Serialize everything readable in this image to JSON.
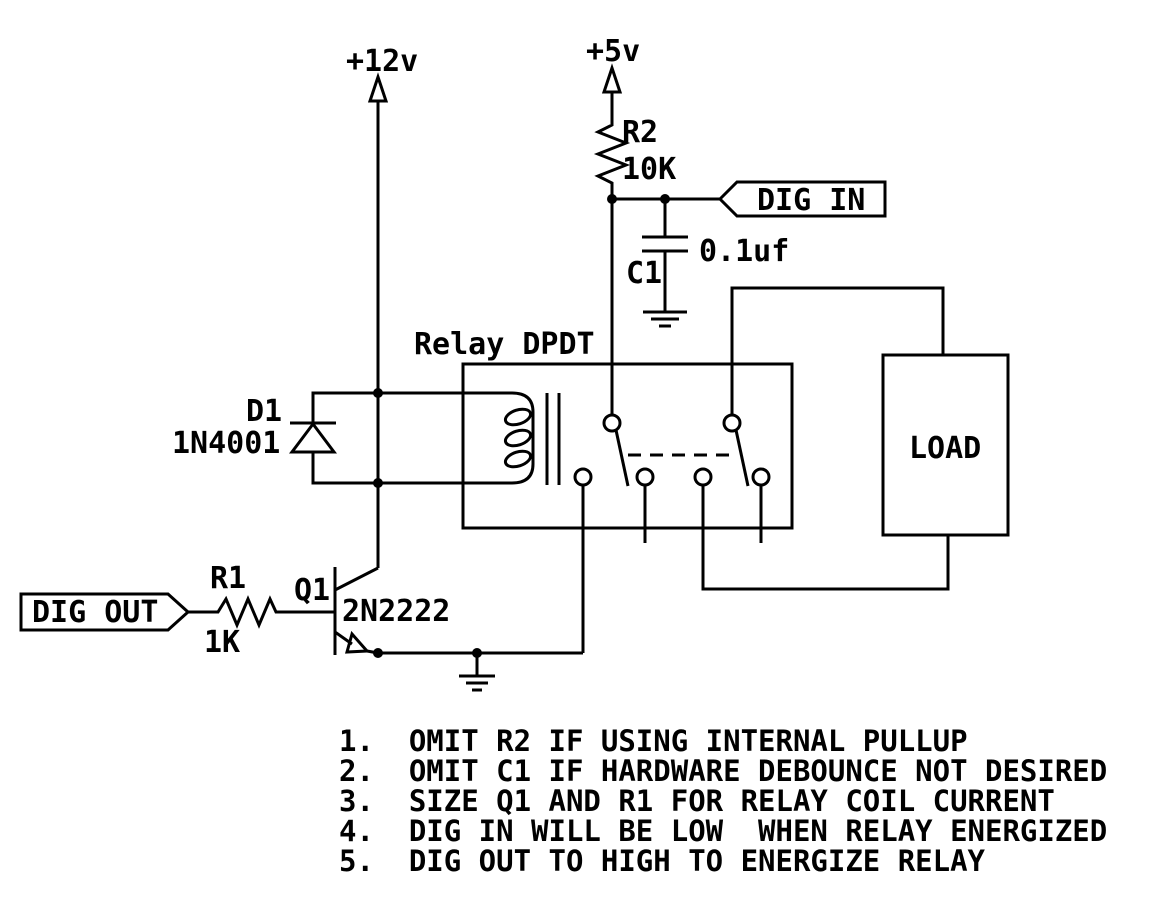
{
  "diagram": {
    "type": "circuit-schematic",
    "power_rails": {
      "rail_12v": "+12v",
      "rail_5v": "+5v"
    },
    "components": {
      "r2": {
        "ref": "R2",
        "value": "10K"
      },
      "c1": {
        "ref": "C1",
        "value": "0.1uf"
      },
      "d1": {
        "ref": "D1",
        "value": "1N4001"
      },
      "r1": {
        "ref": "R1",
        "value": "1K"
      },
      "q1": {
        "ref": "Q1",
        "value": "2N2222"
      },
      "relay": {
        "label": "Relay DPDT"
      },
      "load": {
        "label": "LOAD"
      }
    },
    "ports": {
      "dig_in": "DIG IN",
      "dig_out": "DIG OUT"
    },
    "notes": [
      "1.  OMIT R2 IF USING INTERNAL PULLUP",
      "2.  OMIT C1 IF HARDWARE DEBOUNCE NOT DESIRED",
      "3.  SIZE Q1 AND R1 FOR RELAY COIL CURRENT",
      "4.  DIG IN WILL BE LOW  WHEN RELAY ENERGIZED",
      "5.  DIG OUT TO HIGH TO ENERGIZE RELAY"
    ],
    "colors": {
      "ink": "#000000",
      "background": "#ffffff"
    }
  }
}
